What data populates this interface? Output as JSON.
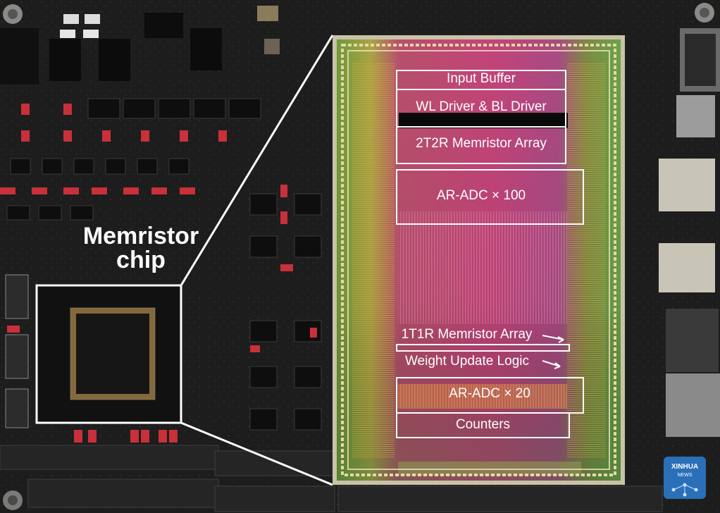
{
  "callout": {
    "line1": "Memristor",
    "line2": "chip"
  },
  "die_labels": {
    "input_buffer": "Input Buffer",
    "wl_bl_driver": "WL Driver & BL Driver",
    "array_2t2r": "2T2R Memristor Array",
    "adc_100": "AR-ADC × 100",
    "array_1t1r": "1T1R Memristor Array",
    "weight_update": "Weight Update Logic",
    "adc_20": "AR-ADC × 20",
    "counters": "Counters"
  },
  "watermark": {
    "brand": "XINHUA",
    "sub": "NEWS"
  },
  "colors": {
    "board": "#1c1c1c",
    "die_pink": "#c0407a",
    "die_green": "#8aa236",
    "label_white": "#ffffff",
    "header_red": "#c8303a"
  }
}
